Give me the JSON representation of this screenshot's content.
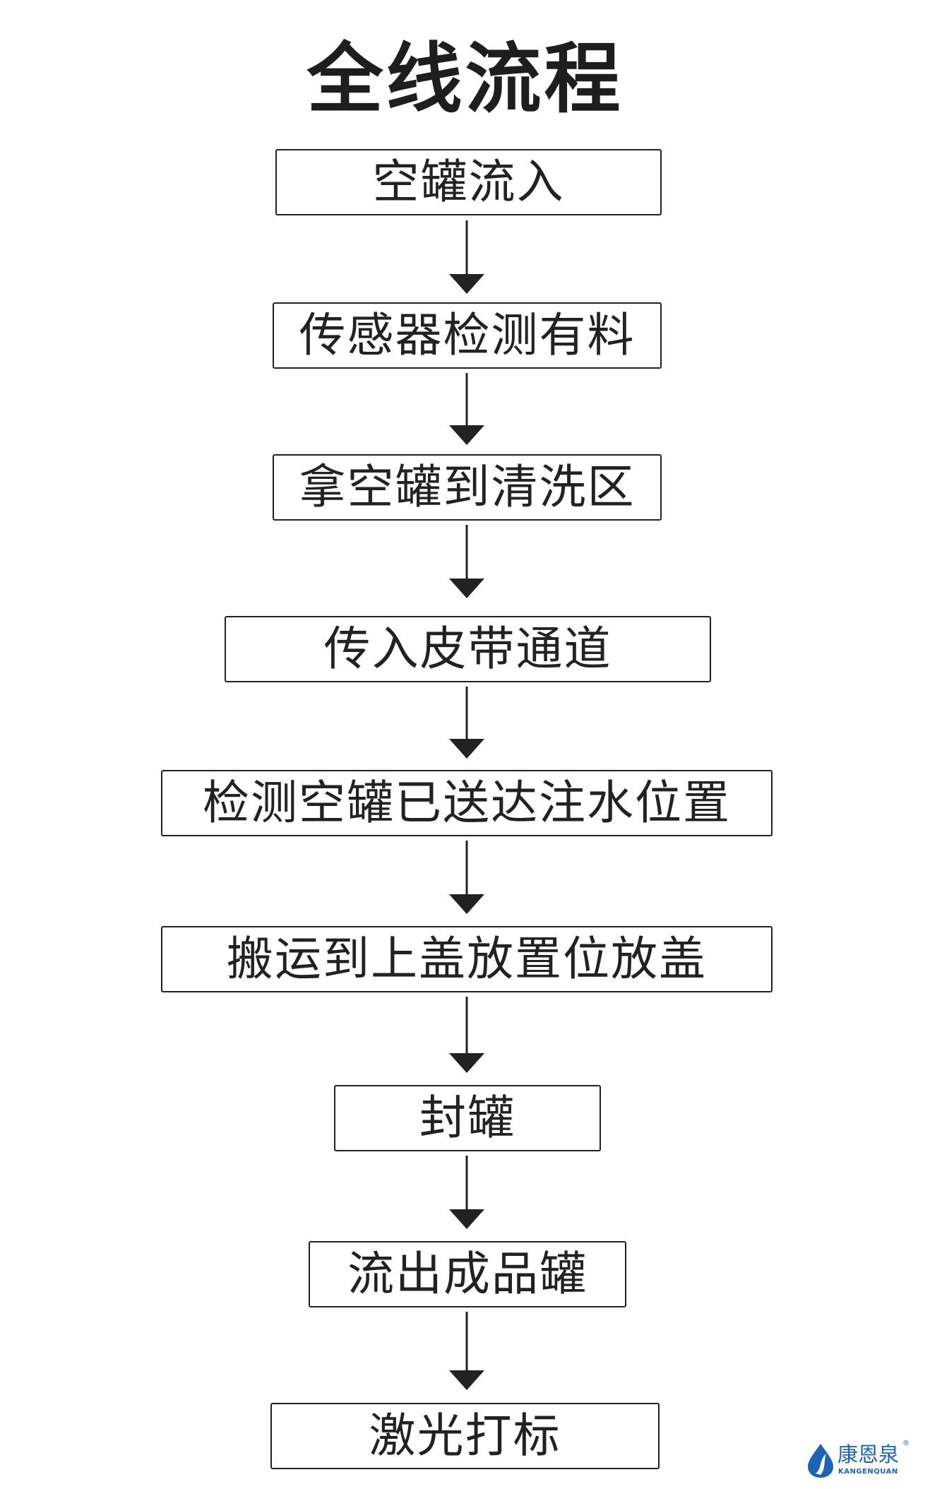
{
  "title": "全线流程",
  "steps": [
    "空罐流入",
    "传感器检测有料",
    "拿空罐到清洗区",
    "传入皮带通道",
    "检测空罐已送达注水位置",
    "搬运到上盖放置位放盖",
    "封罐",
    "流出成品罐",
    "激光打标"
  ],
  "logo": {
    "name": "康恩泉",
    "subtitle": "KANGENQUAN",
    "registered_mark": "®",
    "color": "#1f63b5"
  },
  "colors": {
    "stroke": "#222222",
    "background": "#ffffff"
  }
}
